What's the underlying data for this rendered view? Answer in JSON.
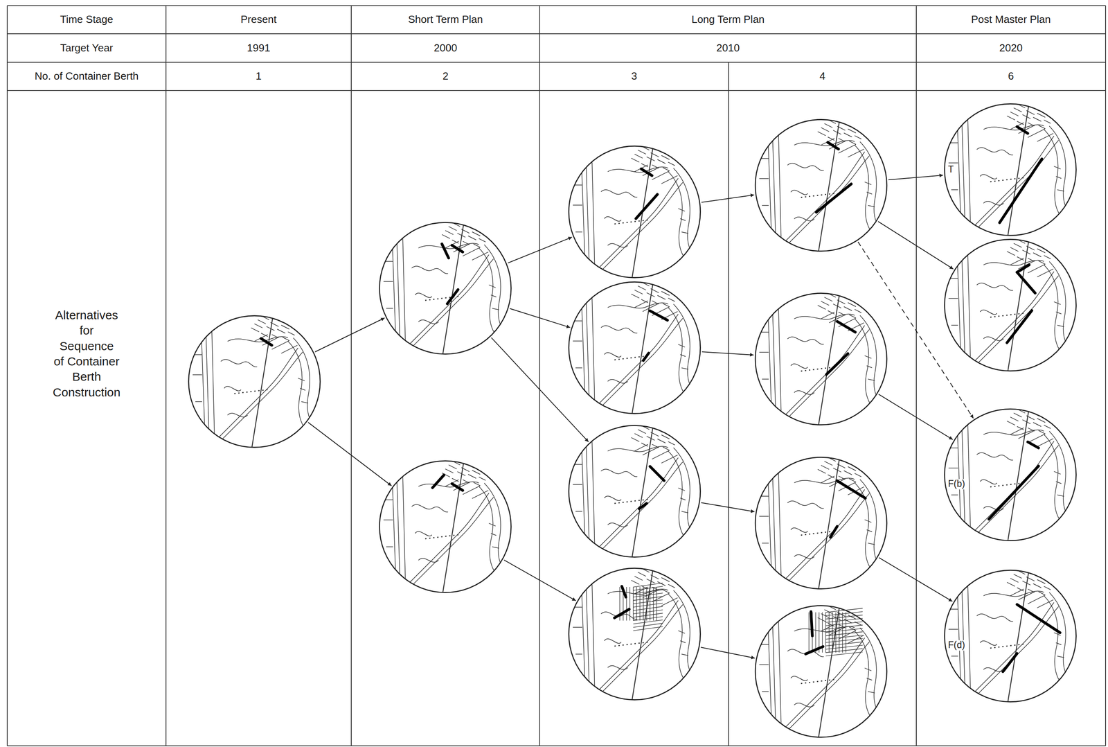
{
  "diagram": {
    "nodes": [
      {
        "text": []
      },
      {
        "text": []
      },
      {
        "text": []
      },
      {
        "text": []
      },
      {
        "text": []
      },
      {
        "text": []
      },
      {
        "text": []
      },
      {
        "text": []
      },
      {
        "text": []
      },
      {
        "text": []
      },
      {
        "text": []
      },
      {
        "text": [
          "T"
        ]
      },
      {
        "text": []
      },
      {
        "text": [
          "F(b)"
        ]
      },
      {
        "text": [
          "F(d)"
        ]
      }
    ],
    "edges": [
      {
        "from": 0,
        "to": 1,
        "arrow": "to"
      },
      {
        "from": 0,
        "to": 2,
        "arrow": "to"
      },
      {
        "from": 1,
        "to": 3,
        "arrow": "to"
      },
      {
        "from": 1,
        "to": 4,
        "arrow": "to"
      },
      {
        "from": 1,
        "to": 5,
        "arrow": "to"
      },
      {
        "from": 2,
        "to": 6,
        "arrow": "to"
      },
      {
        "from": 3,
        "to": 7,
        "arrow": "to"
      },
      {
        "from": 4,
        "to": 8,
        "arrow": "to"
      },
      {
        "from": 5,
        "to": 9,
        "arrow": "to"
      },
      {
        "from": 6,
        "to": 10,
        "arrow": "to"
      },
      {
        "from": 7,
        "to": 11,
        "arrow": "to"
      },
      {
        "from": 7,
        "to": 12,
        "arrow": "to"
      },
      {
        "from": 7,
        "to": 13,
        "arrow": "to"
      },
      {
        "from": 8,
        "to": 13,
        "arrow": "to"
      },
      {
        "from": 9,
        "to": 14,
        "arrow": "to"
      }
    ],
    "labels": [
      "Time Stage",
      "Present",
      "Short Term Plan",
      "Long Term Plan",
      "Post Master Plan",
      "Target Year",
      "1991",
      "2000",
      "2010",
      "2020",
      "No. of Container Berth",
      "1",
      "2",
      "3",
      "4",
      "6",
      "Alternatives for Sequence of Container Berth Construction"
    ]
  }
}
